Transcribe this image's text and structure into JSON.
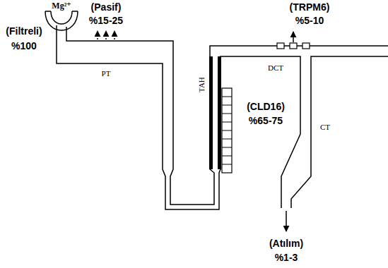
{
  "diagram": {
    "labels": [
      "Mg²⁺",
      "(Filtreli)",
      "%100",
      "(Pasif)",
      "%15-25",
      "PT",
      "TAH",
      "(TRPM6)",
      "%5-10",
      "DCT",
      "(CLD16)",
      "%65-75",
      "CT",
      "(Atılım)",
      "%1-3"
    ]
  }
}
